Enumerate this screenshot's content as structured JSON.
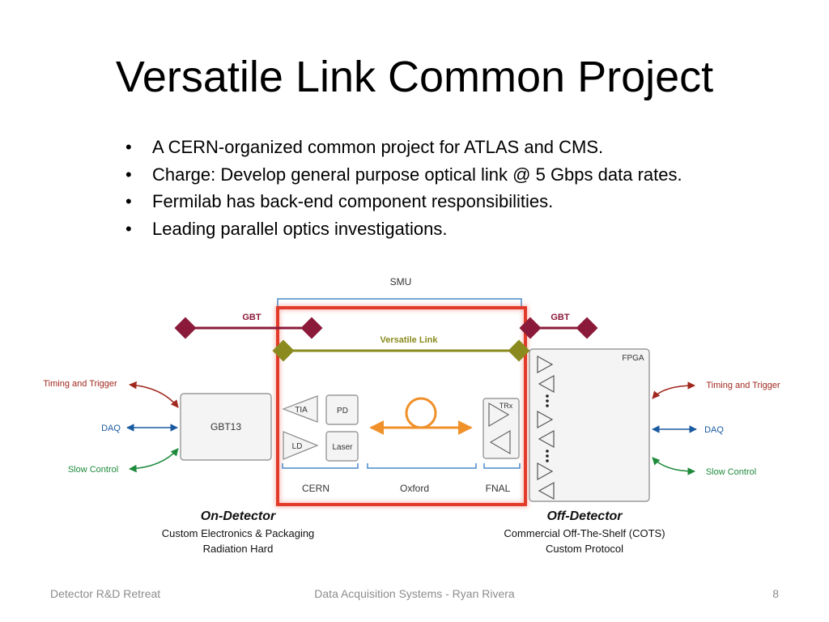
{
  "slide": {
    "title": "Versatile Link Common Project",
    "bullets": [
      "A CERN-organized common project for ATLAS and CMS.",
      "Charge: Develop general purpose optical link @ 5 Gbps data rates.",
      "Fermilab has back-end component responsibilities.",
      "Leading parallel optics investigations."
    ]
  },
  "diagram": {
    "smu": "SMU",
    "gbt_left": "GBT",
    "gbt_right": "GBT",
    "versatile_link": "Versatile Link",
    "gbt13": "GBT13",
    "tia": "TIA",
    "pd": "PD",
    "ld": "LD",
    "laser": "Laser",
    "trx": "TRx",
    "fpga": "FPGA",
    "cern": "CERN",
    "oxford": "Oxford",
    "fnal": "FNAL",
    "left_signals": [
      "Timing and Trigger",
      "DAQ",
      "Slow Control"
    ],
    "right_signals": [
      "Timing and Trigger",
      "DAQ",
      "Slow Control"
    ],
    "on_detector": {
      "heading": "On-Detector",
      "lines": [
        "Custom Electronics & Packaging",
        "Radiation Hard"
      ]
    },
    "off_detector": {
      "heading": "Off-Detector",
      "lines": [
        "Commercial Off-The-Shelf (COTS)",
        "Custom Protocol"
      ]
    },
    "colors": {
      "gbt": "#8b1a3a",
      "versatile_link": "#8a8a1e",
      "smu_bracket": "#4a8ac8",
      "red_box": "#e23b2a",
      "fiber": "#f0902a",
      "signal_red": "#a0281e",
      "signal_blue": "#1a5aa0",
      "signal_green": "#1e8a3c"
    }
  },
  "footer": {
    "left": "Detector R&D Retreat",
    "center": "Data Acquisition Systems - Ryan Rivera",
    "right": "8"
  }
}
